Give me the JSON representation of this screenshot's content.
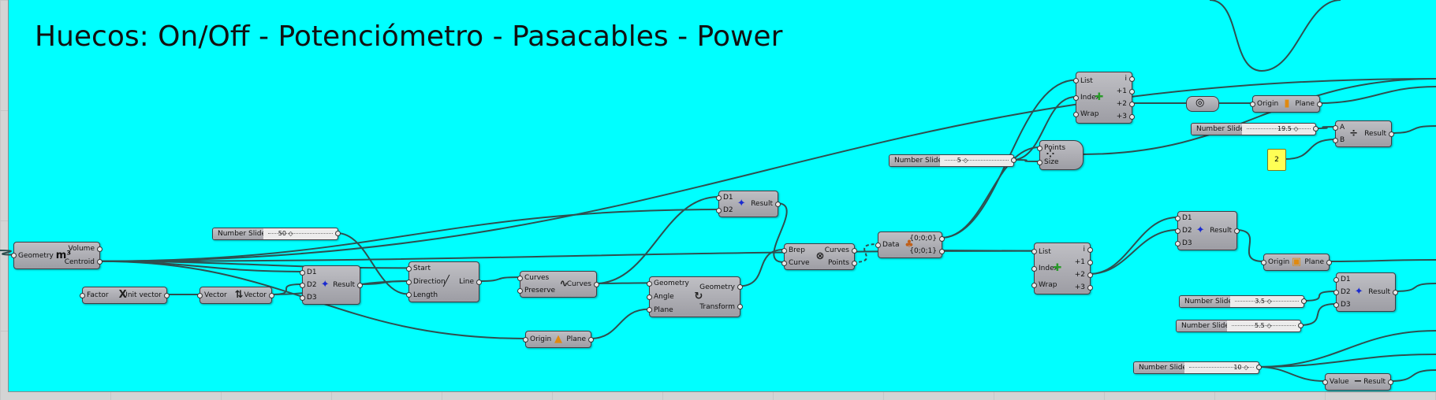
{
  "title": "Huecos: On/Off - Potenciómetro - Pasacables - Power",
  "colors": {
    "group_background": "#00ffff",
    "component": "#a8a8ae",
    "wire": "#3b5454",
    "panel": "#ffff55"
  },
  "sliders": [
    {
      "id": "s50",
      "label": "Number Slider",
      "value": "50"
    },
    {
      "id": "s5",
      "label": "Number Slider",
      "value": "5"
    },
    {
      "id": "s195",
      "label": "Number Slider",
      "value": "19.5"
    },
    {
      "id": "s35",
      "label": "Number Slider",
      "value": "3.5"
    },
    {
      "id": "s55",
      "label": "Number Slider",
      "value": "5.5"
    },
    {
      "id": "s10",
      "label": "Number Slider",
      "value": "10"
    }
  ],
  "panel": {
    "value": "2"
  },
  "components": {
    "volume": {
      "inputs": [
        "Geometry"
      ],
      "outputs": [
        "Volume",
        "Centroid"
      ],
      "icon": "m³-volume-icon"
    },
    "unit_x": {
      "inputs": [
        "Factor"
      ],
      "outputs": [
        "Unit vector"
      ],
      "icon": "unit-x-icon"
    },
    "vector2pt": {
      "inputs": [
        "Vector"
      ],
      "outputs": [
        "Vector"
      ],
      "icon": "reverse-vector-icon"
    },
    "vec2pt_a": {
      "inputs": [
        "D1",
        "D2",
        "D3"
      ],
      "outputs": [
        "Result"
      ],
      "icon": "expression-icon"
    },
    "line": {
      "inputs": [
        "Start",
        "Direction",
        "Length"
      ],
      "outputs": [
        "Line"
      ],
      "icon": "line-sdl-icon"
    },
    "curves": {
      "inputs": [
        "Curves",
        "Preserve"
      ],
      "outputs": [
        "Curves"
      ],
      "icon": "join-curves-icon"
    },
    "rotate": {
      "inputs": [
        "Geometry",
        "Angle",
        "Plane"
      ],
      "outputs": [
        "Geometry",
        "Transform"
      ],
      "icon": "rotate-icon"
    },
    "xy_plane": {
      "inputs": [
        "Origin"
      ],
      "outputs": [
        "Plane"
      ],
      "icon": "xy-plane-icon"
    },
    "expr_mid": {
      "inputs": [
        "D1",
        "D2"
      ],
      "outputs": [
        "Result"
      ],
      "icon": "expression-icon"
    },
    "brep_curve": {
      "inputs": [
        "Brep",
        "Curve"
      ],
      "outputs": [
        "Curves",
        "Points"
      ],
      "icon": "brep-curve-intersect-icon"
    },
    "data": {
      "inputs": [
        "Data"
      ],
      "outputs": [
        "{0;0;0}",
        "{0;0;1}"
      ],
      "icon": "explode-tree-icon"
    },
    "pop": {
      "inputs": [
        "Points",
        "Size"
      ],
      "outputs": [],
      "icon": "point-list-icon"
    },
    "list_top": {
      "inputs": [
        "List",
        "Index",
        "Wrap"
      ],
      "outputs": [
        "i",
        "+1",
        "+2",
        "+3"
      ],
      "icon": "list-item-icon"
    },
    "list_bot": {
      "inputs": [
        "List",
        "Index",
        "Wrap"
      ],
      "outputs": [
        "i",
        "+1",
        "+2",
        "+3"
      ],
      "icon": "list-item-icon"
    },
    "circle": {
      "icon": "circle-icon"
    },
    "yz_plane": {
      "inputs": [
        "Origin"
      ],
      "outputs": [
        "Plane"
      ],
      "icon": "yz-plane-icon"
    },
    "division": {
      "inputs": [
        "A",
        "B"
      ],
      "outputs": [
        "Result"
      ],
      "icon": "division-icon"
    },
    "expr_right1": {
      "inputs": [
        "D1",
        "D2",
        "D3"
      ],
      "outputs": [
        "Result"
      ],
      "icon": "expression-icon"
    },
    "xz_plane": {
      "inputs": [
        "Origin"
      ],
      "outputs": [
        "Plane"
      ],
      "icon": "xz-plane-icon"
    },
    "expr_right2": {
      "inputs": [
        "D1",
        "D2",
        "D3"
      ],
      "outputs": [
        "Result"
      ],
      "icon": "expression-icon"
    },
    "negative": {
      "inputs": [
        "Value"
      ],
      "outputs": [
        "Result"
      ],
      "icon": "negative-icon"
    }
  }
}
